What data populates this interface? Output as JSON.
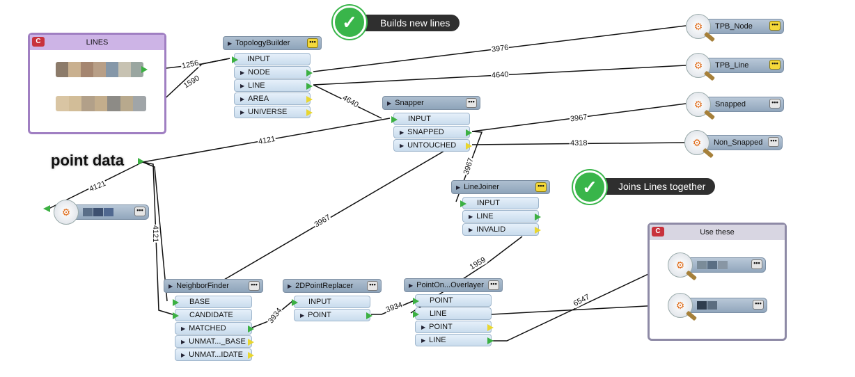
{
  "bookmarks": {
    "lines": {
      "title": "LINES"
    },
    "use_these": {
      "title": "Use these"
    }
  },
  "point_data_label": "point data",
  "callouts": {
    "builds": "Builds new lines",
    "joins": "Joins Lines together"
  },
  "transformers": {
    "topology": {
      "name": "TopologyBuilder",
      "ports": [
        "INPUT",
        "NODE",
        "LINE",
        "AREA",
        "UNIVERSE"
      ]
    },
    "snapper": {
      "name": "Snapper",
      "ports": [
        "INPUT",
        "SNAPPED",
        "UNTOUCHED"
      ]
    },
    "linejoiner": {
      "name": "LineJoiner",
      "ports": [
        "INPUT",
        "LINE",
        "INVALID"
      ]
    },
    "neighbor": {
      "name": "NeighborFinder",
      "ports": [
        "BASE",
        "CANDIDATE",
        "MATCHED",
        "UNMAT..._BASE",
        "UNMAT...IDATE"
      ]
    },
    "replacer": {
      "name": "2DPointReplacer",
      "ports": [
        "INPUT",
        "POINT"
      ]
    },
    "overlayer": {
      "name": "PointOn...Overlayer",
      "ports": [
        "POINT",
        "LINE",
        "POINT",
        "LINE"
      ]
    }
  },
  "writers": {
    "tpb_node": "TPB_Node",
    "tpb_line": "TPB_Line",
    "snapped": "Snapped",
    "non_snapped": "Non_Snapped"
  },
  "feature_counts": [
    "1256",
    "1590",
    "3976",
    "4640",
    "4640",
    "3967",
    "4318",
    "4121",
    "4121",
    "4121",
    "3967",
    "3967",
    "1959",
    "3934",
    "3934",
    "6547"
  ],
  "icons": {
    "dots": "•••",
    "gear": "⚙"
  },
  "colors": {
    "accent_green": "#3cb043",
    "bookmark_purple": "#a07fc2",
    "header_blue": "#9fb3c7",
    "badge_dark": "#2f2f2f"
  }
}
